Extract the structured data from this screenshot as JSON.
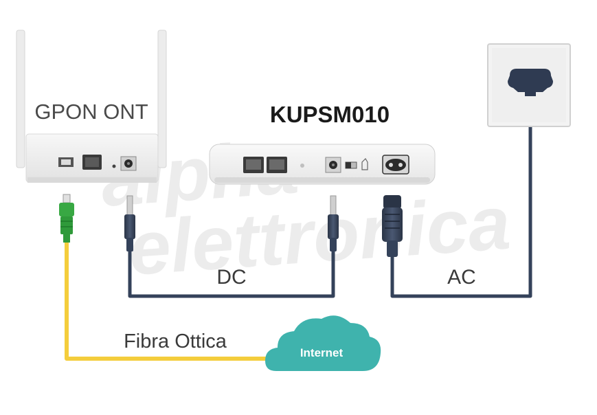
{
  "devices": {
    "ont_label": "GPON ONT",
    "ups_label": "KUPSM010"
  },
  "connections": {
    "dc_label": "DC",
    "ac_label": "AC",
    "fiber_label": "Fibra Ottica"
  },
  "cloud": {
    "label": "Internet"
  },
  "watermark": {
    "line1": "alpha",
    "line2": "elettronica"
  },
  "colors": {
    "cable_dark": "#34425a",
    "fiber_yellow": "#f4cd3c",
    "fiber_connector_green": "#38a843",
    "cloud_teal": "#3fb3ad",
    "device_body": "#f1f1f1"
  }
}
